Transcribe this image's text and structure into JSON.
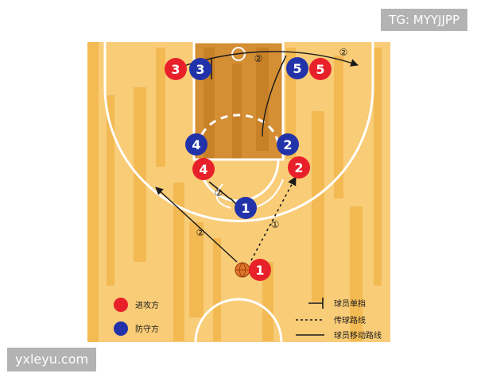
{
  "watermarks": {
    "tg": "TG: MYYJJPP",
    "site": "yxleyu.com"
  },
  "colors": {
    "offense": "#e8202a",
    "defense": "#2233aa",
    "court_light": "#f9cc78",
    "court_plank": "#f3b64c",
    "paint": "#d48e34",
    "lines": "#ffffff",
    "ink": "#1a1a1a"
  },
  "players": {
    "offense": [
      "1",
      "2",
      "3",
      "4",
      "5"
    ],
    "defense": [
      "1",
      "2",
      "3",
      "4",
      "5"
    ]
  },
  "step_markers": {
    "step_one": "①",
    "step_two": "②"
  },
  "legend": {
    "offense_label": "进攻方",
    "defense_label": "防守方",
    "screen_label": "球员单挡",
    "pass_label": "传球路线",
    "move_label": "球员移动路线"
  },
  "icons": {
    "ball": "basketball-icon"
  }
}
